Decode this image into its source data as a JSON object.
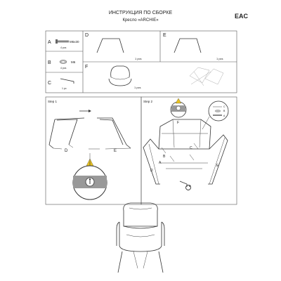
{
  "header": {
    "title": "ИНСТРУКЦИЯ ПО СБОРКЕ",
    "subtitle": "Кресло «ARCHIE»",
    "cert_mark": "EAC"
  },
  "parts": {
    "a_letter": "A",
    "a_size": "M6x30",
    "a_qty": "4 pcs",
    "b_letter": "B",
    "b_size": "M6",
    "b_qty": "4 pcs",
    "c_letter": "C",
    "c_qty": "1 pc",
    "d_letter": "D",
    "d_qty": "1 pcs",
    "e_letter": "E",
    "e_qty": "1 pcs",
    "f_letter": "F",
    "f_qty": "1 pcs"
  },
  "step1": {
    "title": "Step 1",
    "label_d": "D",
    "label_e": "E"
  },
  "step2": {
    "title": "Step 2",
    "callout_c": "C",
    "callout_b": "B",
    "callout_a": "A",
    "label_f": "F",
    "label_a": "A",
    "label_b": "B",
    "label_c": "C",
    "label_d": "D",
    "label_e": "E"
  }
}
